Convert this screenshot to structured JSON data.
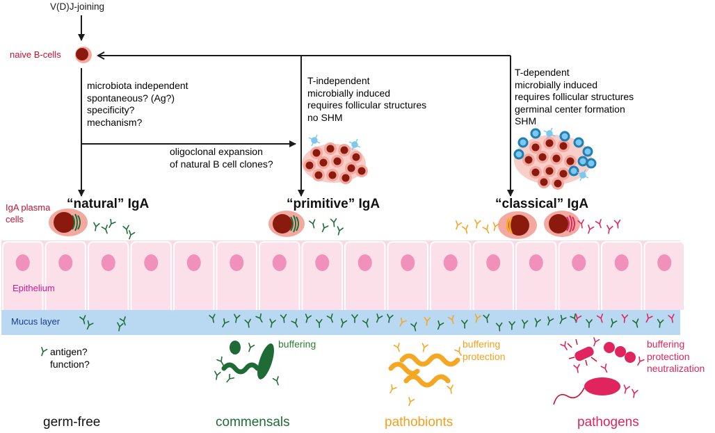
{
  "top_label": "V(D)J-joining",
  "naive_label": "naive B-cells",
  "natural_desc": "microbiota independent\nspontaneous? (Ag?)\nspecificity?\nmechanism?",
  "primitive_desc": "T-independent\nmicrobially induced\nrequires follicular structures\nno SHM",
  "classical_desc": "T-dependent\nmicrobially induced\nrequires follicular structures\ngerminal center formation\nSHM",
  "expansion_label": "oligoclonal expansion\nof natural B cell clones?",
  "headings": {
    "natural": "“natural” IgA",
    "primitive": "“primitive” IgA",
    "classical": "“classical” IgA"
  },
  "plasma_label": "IgA plasma\ncells",
  "epithelium_label": "Epithelium",
  "mucus_label": "Mucus layer",
  "germfree_desc": "antigen?\nfunction?",
  "commensal_desc": "buffering",
  "pathobiont_desc": "buffering\nprotection",
  "pathogen_desc": "buffering\nprotection\nneutralization",
  "footer": {
    "germfree": "germ-free",
    "commensals": "commensals",
    "pathobionts": "pathobionts",
    "pathogens": "pathogens"
  },
  "colors": {
    "commensal": "#1e6b35",
    "pathobiont": "#f5a623",
    "pathogen": "#e0245e",
    "epithelium": "#f9d9e4",
    "nucleus": "#f090bb",
    "mucus": "#b8d9f1",
    "b_cell": "#8b1a0e",
    "b_cell_halo": "#f4a9a0",
    "dendritic": "#7ec8f0",
    "gc_cell": "#1e7fb4"
  }
}
